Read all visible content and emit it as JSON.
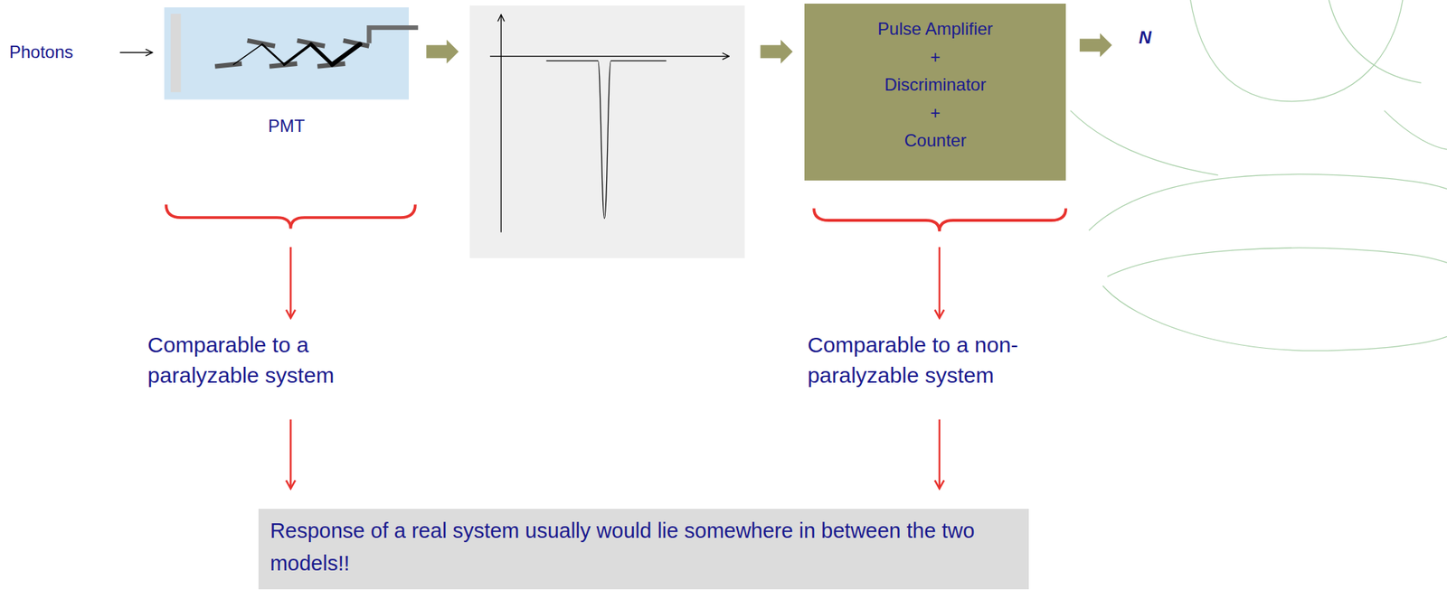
{
  "diagram": {
    "nodes": [
      {
        "text": [
          "PMT"
        ]
      },
      {
        "text": [
          "Pulse Amplifier",
          "+",
          "Discriminator",
          "+",
          "Counter"
        ]
      },
      {
        "text": [
          "Response of a real system usually would lie somewhere in between the two models!!"
        ]
      }
    ],
    "labels": [
      "Photons",
      "N",
      "Comparable to a paralyzable system",
      "Comparable to a non-paralyzable system"
    ]
  }
}
